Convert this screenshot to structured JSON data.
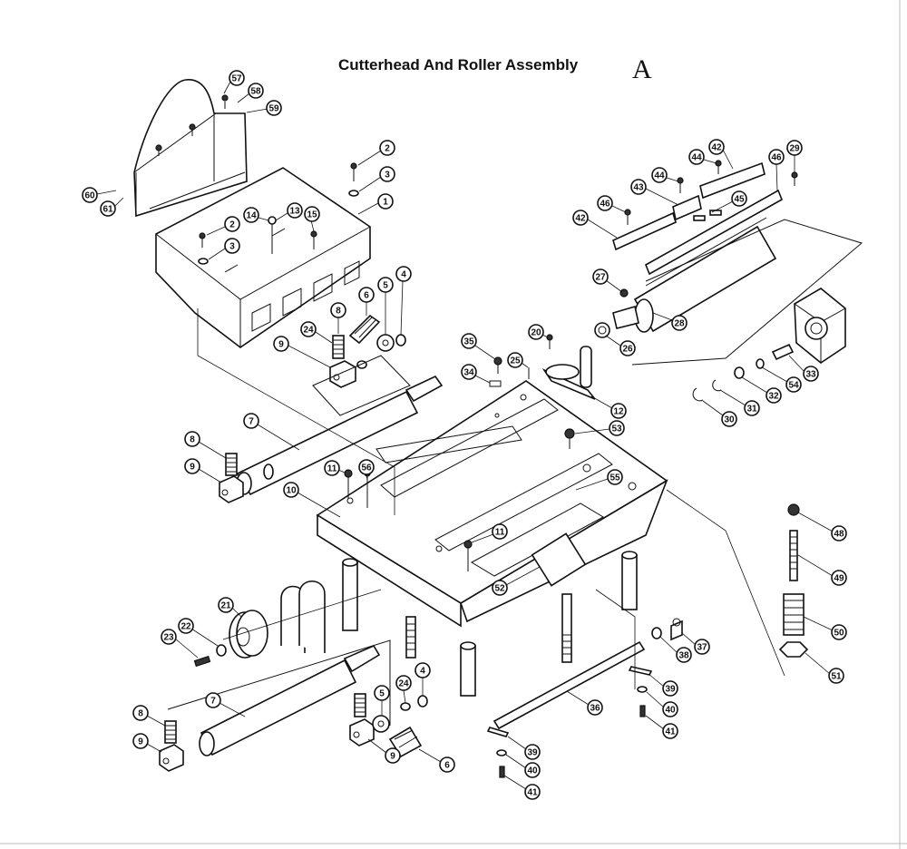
{
  "title": "Cutterhead And Roller Assembly",
  "sheet_letter": "A",
  "callouts": [
    {
      "id": "c57",
      "label": "57"
    },
    {
      "id": "c58",
      "label": "58"
    },
    {
      "id": "c59",
      "label": "59"
    },
    {
      "id": "c60",
      "label": "60"
    },
    {
      "id": "c61",
      "label": "61"
    },
    {
      "id": "c2a",
      "label": "2"
    },
    {
      "id": "c3a",
      "label": "3"
    },
    {
      "id": "c1",
      "label": "1"
    },
    {
      "id": "c2b",
      "label": "2"
    },
    {
      "id": "c3b",
      "label": "3"
    },
    {
      "id": "c14",
      "label": "14"
    },
    {
      "id": "c13",
      "label": "13"
    },
    {
      "id": "c15",
      "label": "15"
    },
    {
      "id": "c8a",
      "label": "8"
    },
    {
      "id": "c24a",
      "label": "24"
    },
    {
      "id": "c6a",
      "label": "6"
    },
    {
      "id": "c5a",
      "label": "5"
    },
    {
      "id": "c4a",
      "label": "4"
    },
    {
      "id": "c9a",
      "label": "9"
    },
    {
      "id": "c42a",
      "label": "42"
    },
    {
      "id": "c44a",
      "label": "44"
    },
    {
      "id": "c43",
      "label": "43"
    },
    {
      "id": "c44b",
      "label": "44"
    },
    {
      "id": "c46a",
      "label": "46"
    },
    {
      "id": "c42b",
      "label": "42"
    },
    {
      "id": "c45",
      "label": "45"
    },
    {
      "id": "c46b",
      "label": "46"
    },
    {
      "id": "c29",
      "label": "29"
    },
    {
      "id": "c27",
      "label": "27"
    },
    {
      "id": "c28",
      "label": "28"
    },
    {
      "id": "c26",
      "label": "26"
    },
    {
      "id": "c33",
      "label": "33"
    },
    {
      "id": "c54",
      "label": "54"
    },
    {
      "id": "c32",
      "label": "32"
    },
    {
      "id": "c31",
      "label": "31"
    },
    {
      "id": "c30",
      "label": "30"
    },
    {
      "id": "c20",
      "label": "20"
    },
    {
      "id": "c35",
      "label": "35"
    },
    {
      "id": "c25",
      "label": "25"
    },
    {
      "id": "c34",
      "label": "34"
    },
    {
      "id": "c12",
      "label": "12"
    },
    {
      "id": "c53",
      "label": "53"
    },
    {
      "id": "c7a",
      "label": "7"
    },
    {
      "id": "c8b",
      "label": "8"
    },
    {
      "id": "c9b",
      "label": "9"
    },
    {
      "id": "c11a",
      "label": "11"
    },
    {
      "id": "c56",
      "label": "56"
    },
    {
      "id": "c10",
      "label": "10"
    },
    {
      "id": "c55",
      "label": "55"
    },
    {
      "id": "c11b",
      "label": "11"
    },
    {
      "id": "c52",
      "label": "52"
    },
    {
      "id": "c48",
      "label": "48"
    },
    {
      "id": "c49",
      "label": "49"
    },
    {
      "id": "c50",
      "label": "50"
    },
    {
      "id": "c51",
      "label": "51"
    },
    {
      "id": "c21",
      "label": "21"
    },
    {
      "id": "c22",
      "label": "22"
    },
    {
      "id": "c23",
      "label": "23"
    },
    {
      "id": "c38",
      "label": "38"
    },
    {
      "id": "c37",
      "label": "37"
    },
    {
      "id": "c39a",
      "label": "39"
    },
    {
      "id": "c40a",
      "label": "40"
    },
    {
      "id": "c41a",
      "label": "41"
    },
    {
      "id": "c36",
      "label": "36"
    },
    {
      "id": "c24b",
      "label": "24"
    },
    {
      "id": "c4b",
      "label": "4"
    },
    {
      "id": "c5b",
      "label": "5"
    },
    {
      "id": "c7b",
      "label": "7"
    },
    {
      "id": "c8c",
      "label": "8"
    },
    {
      "id": "c9c",
      "label": "9"
    },
    {
      "id": "c9d",
      "label": "9"
    },
    {
      "id": "c6b",
      "label": "6"
    },
    {
      "id": "c39b",
      "label": "39"
    },
    {
      "id": "c40b",
      "label": "40"
    },
    {
      "id": "c41b",
      "label": "41"
    }
  ]
}
